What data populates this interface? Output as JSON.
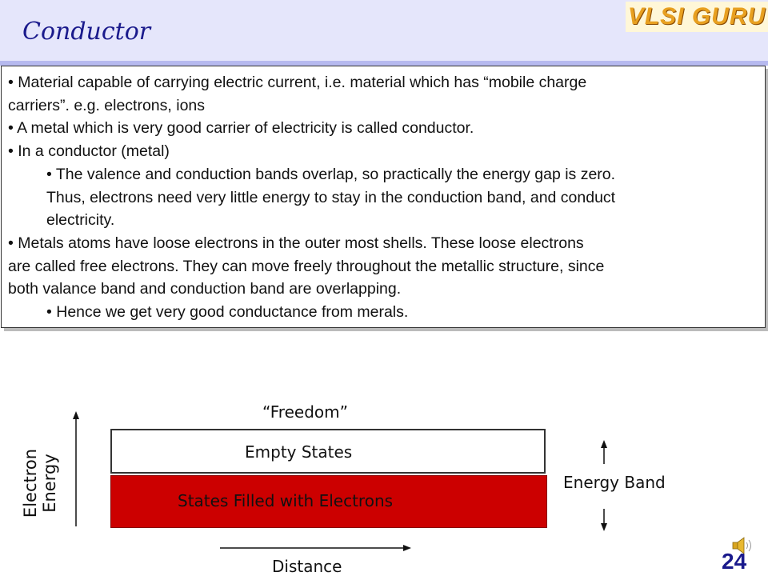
{
  "header": {
    "title": "Conductor",
    "logo": "VLSI GURU"
  },
  "bullets": [
    "• Material capable of carrying electric current, i.e.  material which has “mobile charge",
    "carriers”. e.g.  electrons, ions",
    "• A metal which is very good carrier of electricity is called conductor.",
    "• In a conductor (metal)",
    "• The valence and conduction  bands overlap, so practically the energy gap is zero.",
    " Thus, electrons need very little energy to stay in the conduction band, and conduct",
    " electricity.",
    "• Metals atoms have loose electrons in the outer most shells. These loose electrons",
    "are called free electrons. They can move freely throughout the metallic structure, since",
    "both valance band and conduction band are overlapping.",
    "• Hence we get very good conductance from merals."
  ],
  "diagram": {
    "y_axis": "Electron Energy",
    "x_axis": "Distance",
    "top_label": "“Freedom”",
    "empty": "Empty States",
    "filled": "States Filled with Electrons",
    "band": "Energy Band"
  },
  "page_number": "24"
}
